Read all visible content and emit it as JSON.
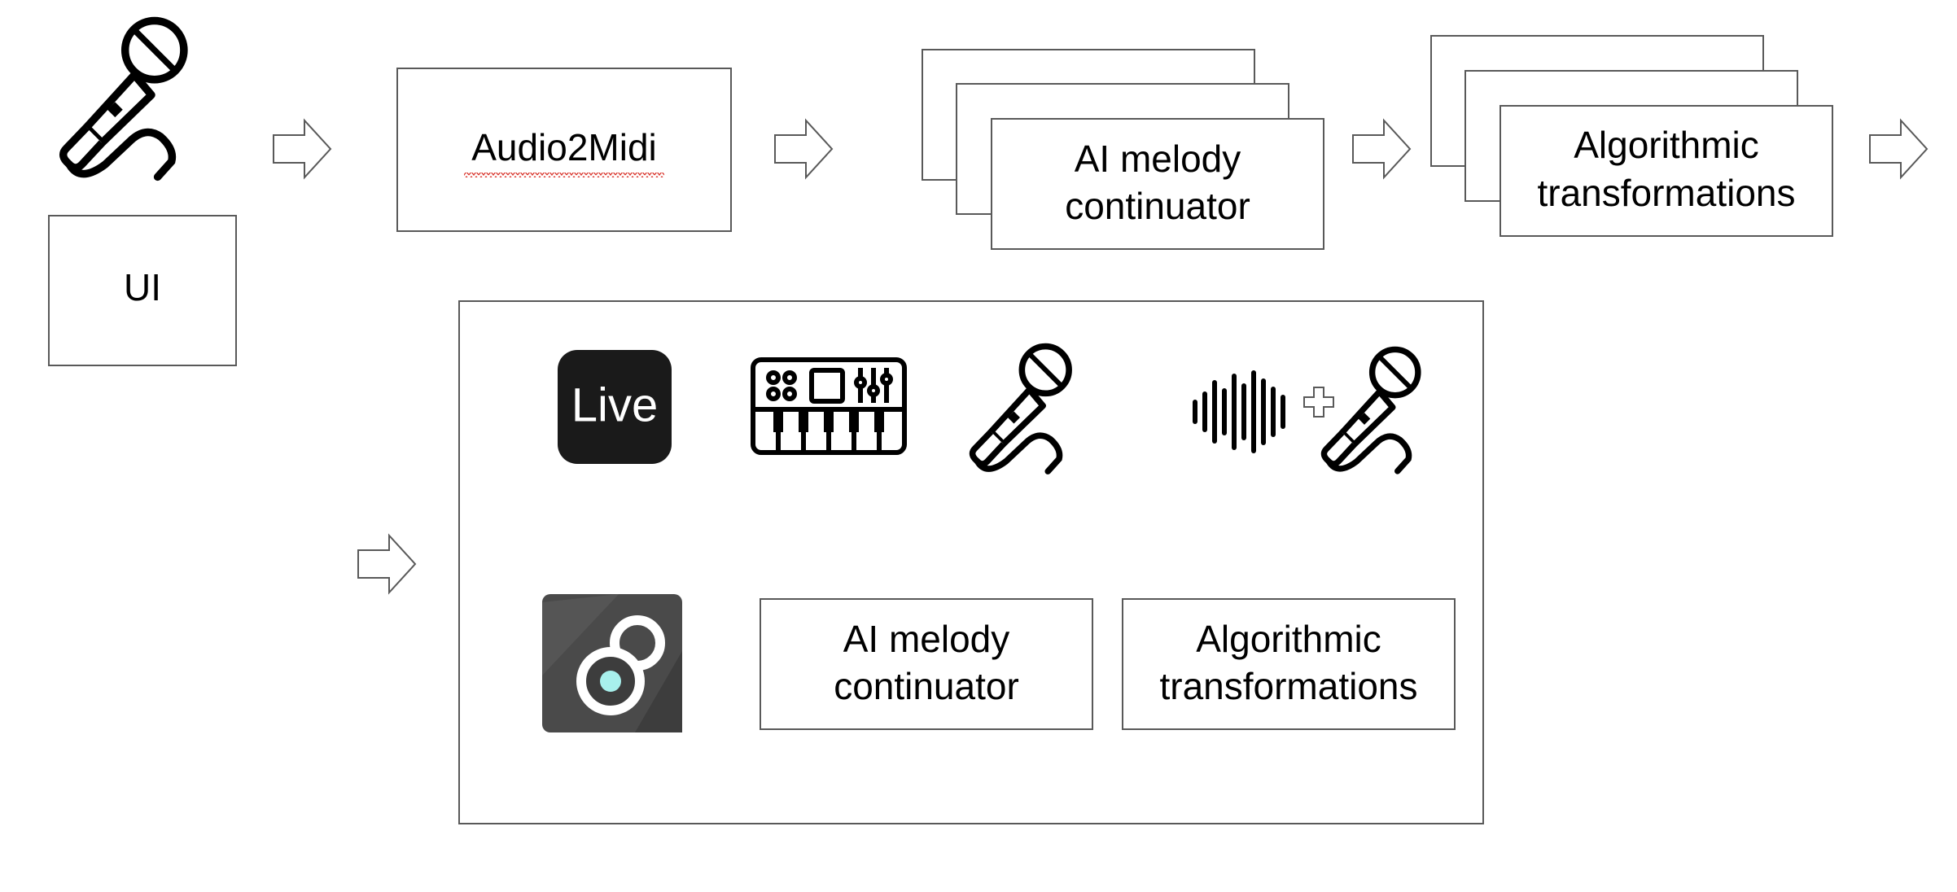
{
  "pipeline": {
    "audio2midi": {
      "label": "Audio2Midi"
    },
    "ai_melody": {
      "line1": "AI melody",
      "line2": "continuator"
    },
    "algorithmic": {
      "line1": "Algorithmic",
      "line2": "transformations"
    }
  },
  "ui_box": {
    "label": "UI"
  },
  "platform": {
    "live_logo_text": "Live",
    "ai_melody": {
      "line1": "AI melody",
      "line2": "continuator"
    },
    "algorithmic": {
      "line1": "Algorithmic",
      "line2": "transformations"
    }
  },
  "icons": {
    "top_microphone": "microphone-icon",
    "ableton_live": "ableton-live-logo",
    "midi_keyboard": "midi-keyboard-icon",
    "platform_microphone": "microphone-icon",
    "waveform_plus_mic": "waveform-plus-microphone-icon",
    "app_logo": "app-logo-8"
  },
  "colors": {
    "stroke": "#595959",
    "live_logo_bg": "#1a1a1a",
    "app_logo_bg": "#4a4a4a",
    "app_logo_dot": "#a8f0ec",
    "spellcheck_underline": "#d9342b"
  }
}
